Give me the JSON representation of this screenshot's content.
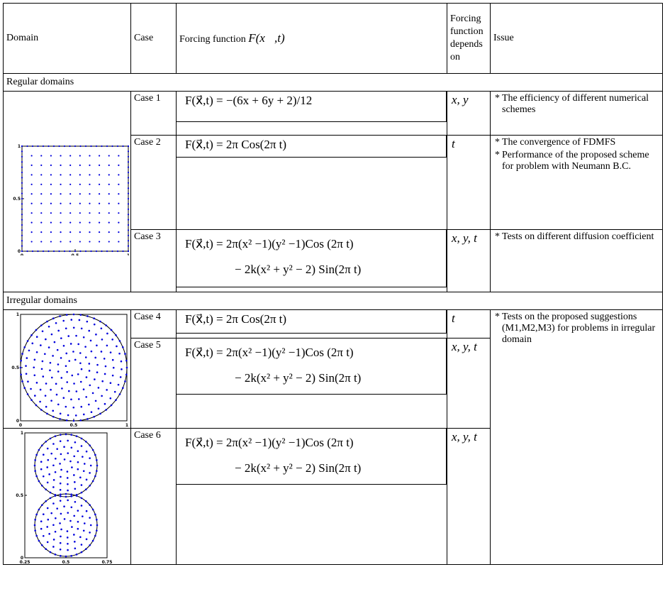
{
  "header": {
    "domain": "Domain",
    "case": "Case",
    "forcing_prefix": "Forcing function ",
    "forcing_symbol": "F(x⃗,t)",
    "depends": "Forcing function depends on",
    "issue": "Issue"
  },
  "sections": {
    "regular": "Regular domains",
    "irregular": "Irregular domains"
  },
  "rows": [
    {
      "case": "Case 1",
      "eq1": "F(x⃗,t) = −(6x + 6y + 2)/12",
      "eq2": "",
      "depends": "x, y",
      "issues": [
        "The efficiency of different numerical schemes"
      ]
    },
    {
      "case": "Case 2",
      "eq1": "F(x⃗,t) = 2π Cos(2π t)",
      "eq2": "",
      "depends": "t",
      "issues": [
        "The convergence of FDMFS",
        "Performance of the proposed scheme for problem with Neumann B.C."
      ]
    },
    {
      "case": "Case 3",
      "eq1": "F(x⃗,t) = 2π(x² −1)(y² −1)Cos (2π t)",
      "eq2": "− 2k(x² + y² − 2) Sin(2π t)",
      "depends": "x, y, t",
      "issues": [
        "Tests on different diffusion coefficient"
      ]
    },
    {
      "case": "Case 4",
      "eq1": "F(x⃗,t) = 2π Cos(2π t)",
      "eq2": "",
      "depends": "t",
      "issues": [
        "Tests on the proposed suggestions (M1,M2,M3) for problems in irregular domain"
      ]
    },
    {
      "case": "Case 5",
      "eq1": "F(x⃗,t) = 2π(x² −1)(y² −1)Cos (2π t)",
      "eq2": "− 2k(x² + y² − 2) Sin(2π t)",
      "depends": "x, y, t",
      "issues": []
    },
    {
      "case": "Case 6",
      "eq1": "F(x⃗,t) = 2π(x² −1)(y² −1)Cos (2π t)",
      "eq2": "− 2k(x² + y² − 2) Sin(2π t)",
      "depends": "x, y, t",
      "issues": []
    }
  ],
  "plots": {
    "square": {
      "xticks": [
        "0",
        "0.5",
        "1"
      ],
      "yticks": [
        "0",
        "0.5",
        "1"
      ]
    },
    "circle": {
      "xticks": [
        "0",
        "0.5",
        "1"
      ],
      "yticks": [
        "0",
        "0.5",
        "1"
      ]
    },
    "peanut": {
      "xticks": [
        "0.25",
        "0.5",
        "0.75"
      ],
      "yticks": [
        "0",
        "0.5",
        "1"
      ]
    }
  },
  "colors": {
    "points": "#0000dd",
    "lines": "#000000"
  }
}
